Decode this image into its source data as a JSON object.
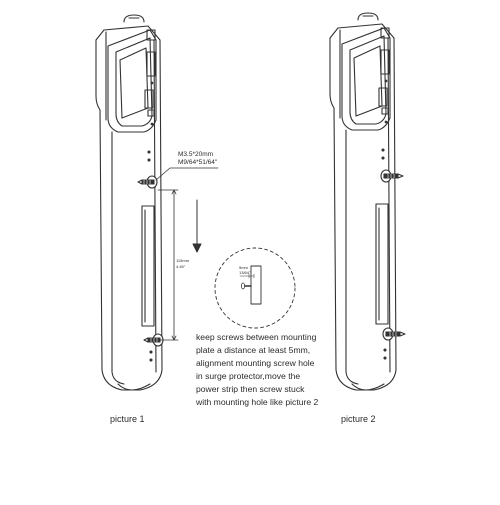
{
  "diagram": {
    "screw_spec_metric": "M3.5*20mm",
    "screw_spec_imperial": "M9/64*51/64''",
    "spacing_metric": "115mm",
    "spacing_imperial": "4.45''",
    "detail_gap_metric": "5mm",
    "detail_gap_imperial": "13/64''",
    "instruction_lines": [
      "keep screws between mounting",
      "plate a distance at least 5mm,",
      "alignment mounting screw hole",
      "in surge protector,move the",
      "power strip then screw stuck",
      "with mounting hole like picture 2"
    ],
    "captions": {
      "picture_1": "picture 1",
      "picture_2": "picture 2"
    }
  }
}
